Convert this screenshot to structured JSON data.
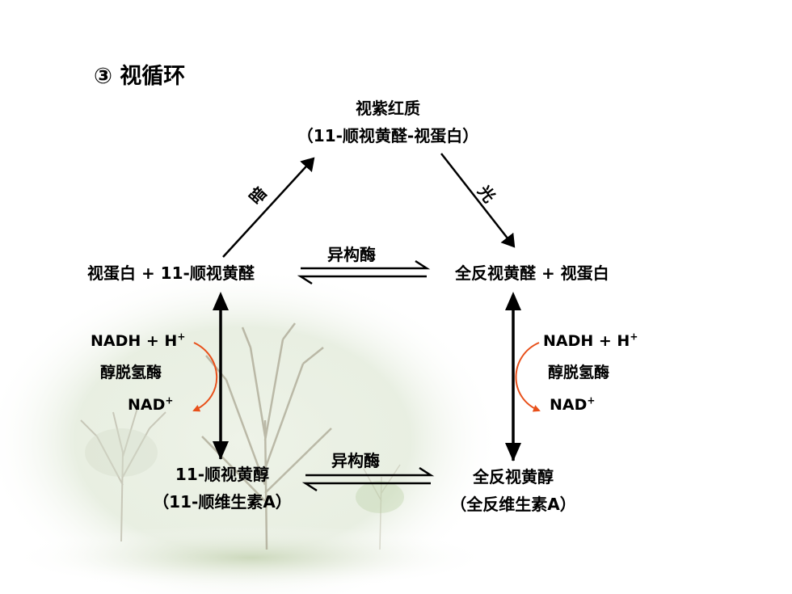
{
  "title": "③ 视循环",
  "nodes": {
    "rhodopsin_name": "视紫红质",
    "rhodopsin_desc": "（11-顺视黄醛-视蛋白）",
    "left_mid": "视蛋白 + 11-顺视黄醛",
    "right_mid": "全反视黄醛 + 视蛋白",
    "cis_retinol_name": "11-顺视黄醇",
    "cis_retinol_desc": "（11-顺维生素A）",
    "trans_retinol_name": "全反视黄醇",
    "trans_retinol_desc": "（全反维生素A）"
  },
  "labels": {
    "dark": "暗",
    "light": "光",
    "isomerase_top": "异构酶",
    "isomerase_bottom": "异构酶"
  },
  "cofactors_left": {
    "nadh": "NADH + H",
    "nadh_sup": "+",
    "enzyme": "醇脱氢酶",
    "nad": "NAD",
    "nad_sup": "+"
  },
  "cofactors_right": {
    "nadh": "NADH + H",
    "nadh_sup": "+",
    "enzyme": "醇脱氢酶",
    "nad": "NAD",
    "nad_sup": "+"
  },
  "colors": {
    "arrow": "#000000",
    "curve": "#e8501a",
    "background_tint": "#e9efe2"
  }
}
